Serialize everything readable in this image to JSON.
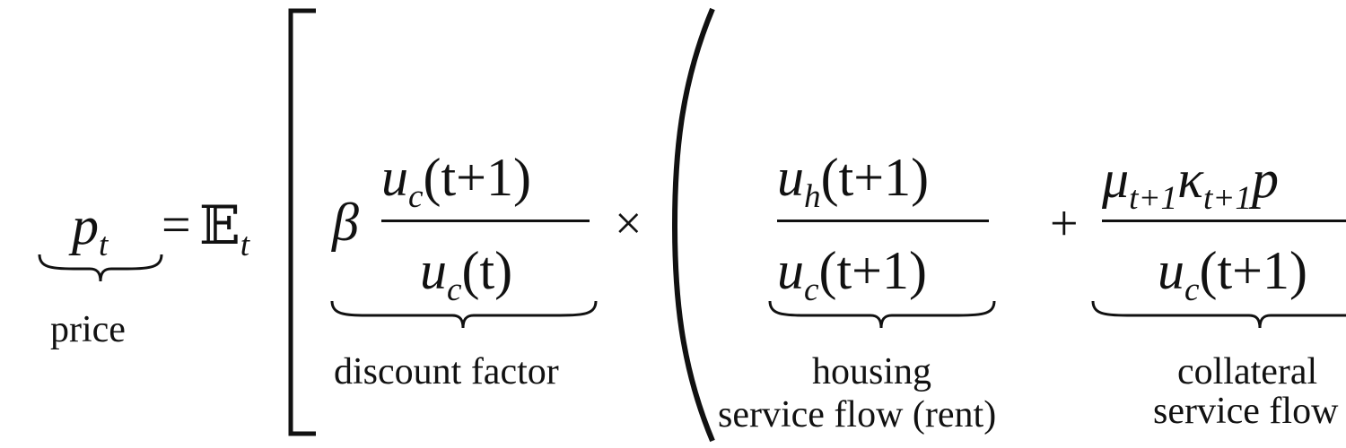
{
  "equation": {
    "lhs": {
      "var": "p",
      "sub": "t",
      "label": "price"
    },
    "equals": "=",
    "expectation": {
      "symbol": "𝔼",
      "sub": "t"
    },
    "discount": {
      "beta": "β",
      "num": {
        "var": "u",
        "sub": "c",
        "args": "(t+1)"
      },
      "den": {
        "var": "u",
        "sub": "c",
        "args": "(t)"
      },
      "label": "discount factor"
    },
    "times": "×",
    "housing": {
      "num": {
        "var": "u",
        "sub": "h",
        "args": "(t+1)"
      },
      "den": {
        "var": "u",
        "sub": "c",
        "args": "(t+1)"
      },
      "label_line1": "housing",
      "label_line2": "service flow (rent)"
    },
    "plus": "+",
    "collateral": {
      "num_mu": "μ",
      "num_mu_sub": "t+1",
      "num_kappa": "κ",
      "num_kappa_sub": "t+1",
      "num_p": "p",
      "den": {
        "var": "u",
        "sub": "c",
        "args": "(t+1)"
      },
      "label_line1": "collateral",
      "label_line2": "service flow"
    }
  }
}
